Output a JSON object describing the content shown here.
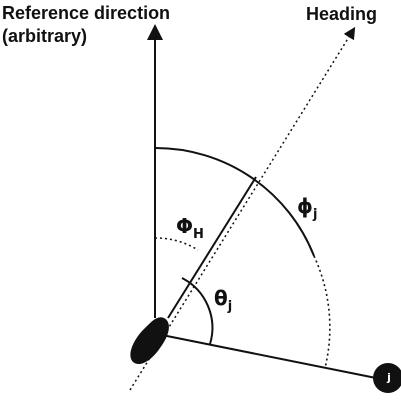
{
  "labels": {
    "reference_line1": "Reference direction",
    "reference_line2": "(arbitrary)",
    "heading": "Heading",
    "phi_H_symbol": "Φ",
    "phi_H_sub": "H",
    "phi_j_symbol": "ϕ",
    "phi_j_sub": "j",
    "theta_j_symbol": "θ",
    "theta_j_sub": "j",
    "target": "j"
  },
  "colors": {
    "ink": "#111111",
    "body_fill": "#111111",
    "target_fill": "#111111",
    "background": "#ffffff"
  }
}
